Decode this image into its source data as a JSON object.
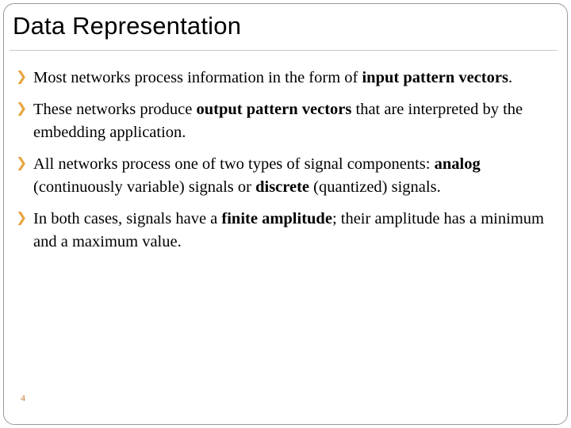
{
  "slide": {
    "title": "Data Representation",
    "bullet_glyph": "❯",
    "accent_color": "#e8a33d",
    "page_number": "4",
    "bullets": [
      {
        "id": "bullet-input-pattern-vectors",
        "parts": [
          {
            "text": "Most networks process information in the form of ",
            "bold": false
          },
          {
            "text": "input pattern vectors",
            "bold": true
          },
          {
            "text": ".",
            "bold": false
          }
        ]
      },
      {
        "id": "bullet-output-pattern-vectors",
        "parts": [
          {
            "text": "These networks produce ",
            "bold": false
          },
          {
            "text": "output pattern vectors",
            "bold": true
          },
          {
            "text": " that are interpreted by the embedding application.",
            "bold": false
          }
        ]
      },
      {
        "id": "bullet-signal-types",
        "parts": [
          {
            "text": "All networks process one of two types of signal components: ",
            "bold": false
          },
          {
            "text": "analog",
            "bold": true
          },
          {
            "text": " (continuously variable) signals or ",
            "bold": false
          },
          {
            "text": "discrete",
            "bold": true
          },
          {
            "text": " (quantized) signals.",
            "bold": false
          }
        ]
      },
      {
        "id": "bullet-finite-amplitude",
        "parts": [
          {
            "text": "In both cases, signals have a ",
            "bold": false
          },
          {
            "text": "finite amplitude",
            "bold": true
          },
          {
            "text": "; their amplitude has a minimum and a maximum value.",
            "bold": false
          }
        ]
      }
    ]
  }
}
